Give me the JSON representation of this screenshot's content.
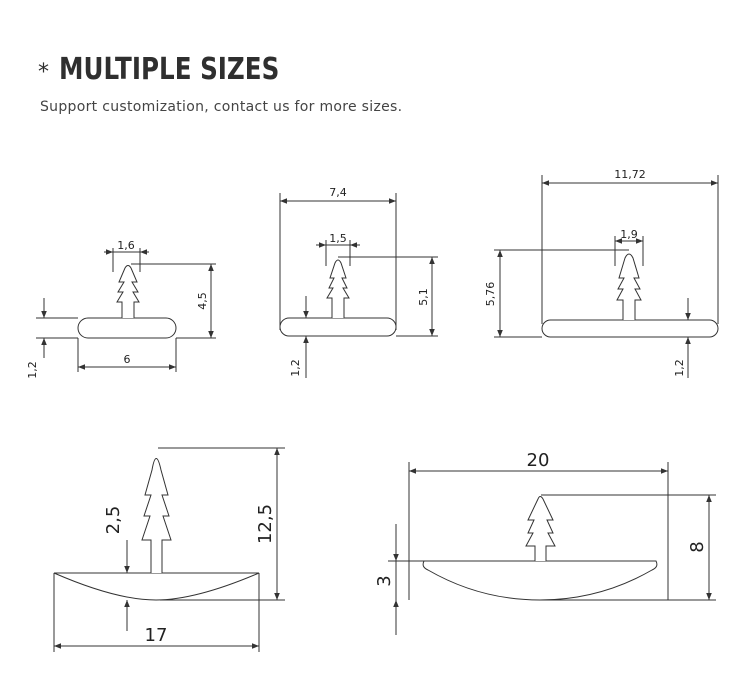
{
  "header": {
    "bullet": "*",
    "title": "MULTIPLE SIZES",
    "subtitle": "Support customization, contact us for more sizes."
  },
  "profiles": [
    {
      "id": "profile-1",
      "dims": {
        "top_width": "1,6",
        "width": "6",
        "height": "4,5",
        "thickness": "1,2"
      }
    },
    {
      "id": "profile-2",
      "dims": {
        "width": "7,4",
        "top_width": "1,5",
        "height": "5,1",
        "thickness": "1,2"
      }
    },
    {
      "id": "profile-3",
      "dims": {
        "width": "11,72",
        "top_width": "1,9",
        "height": "5,76",
        "thickness": "1,2"
      }
    },
    {
      "id": "profile-4",
      "dims": {
        "stem": "2,5",
        "height": "12,5",
        "width": "17"
      }
    },
    {
      "id": "profile-5",
      "dims": {
        "width": "20",
        "height": "8",
        "thickness": "3"
      }
    }
  ],
  "colors": {
    "line": "#333333",
    "text": "#2f2f2f"
  }
}
